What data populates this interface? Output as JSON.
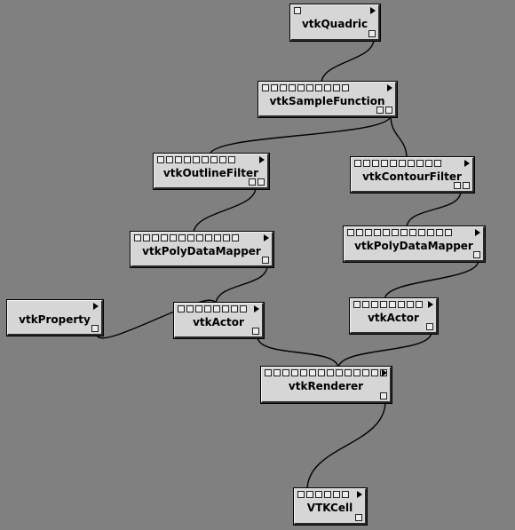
{
  "modules": [
    {
      "id": "quadric",
      "label": "vtkQuadric",
      "inputs": 1,
      "outputs": 1
    },
    {
      "id": "sample",
      "label": "vtkSampleFunction",
      "inputs": 10,
      "outputs": 2
    },
    {
      "id": "outline",
      "label": "vtkOutlineFilter",
      "inputs": 9,
      "outputs": 2
    },
    {
      "id": "contour",
      "label": "vtkContourFilter",
      "inputs": 10,
      "outputs": 2
    },
    {
      "id": "pdm1",
      "label": "vtkPolyDataMapper",
      "inputs": 12,
      "outputs": 1
    },
    {
      "id": "pdm2",
      "label": "vtkPolyDataMapper",
      "inputs": 12,
      "outputs": 1
    },
    {
      "id": "property",
      "label": "vtkProperty",
      "inputs": 0,
      "outputs": 1
    },
    {
      "id": "actor1",
      "label": "vtkActor",
      "inputs": 8,
      "outputs": 1
    },
    {
      "id": "actor2",
      "label": "vtkActor",
      "inputs": 8,
      "outputs": 1
    },
    {
      "id": "renderer",
      "label": "vtkRenderer",
      "inputs": 14,
      "outputs": 1
    },
    {
      "id": "vtkcell",
      "label": "VTKCell",
      "inputs": 6,
      "outputs": 1
    }
  ],
  "connections": [
    {
      "from": "quadric",
      "out": 0,
      "to": "sample",
      "in": 8
    },
    {
      "from": "sample",
      "out": 1,
      "to": "outline",
      "in": 7
    },
    {
      "from": "sample",
      "out": 1,
      "to": "contour",
      "in": 7
    },
    {
      "from": "outline",
      "out": 0,
      "to": "pdm1",
      "in": 8
    },
    {
      "from": "contour",
      "out": 0,
      "to": "pdm2",
      "in": 8
    },
    {
      "from": "pdm1",
      "out": 0,
      "to": "actor1",
      "in": 5
    },
    {
      "from": "property",
      "out": 0,
      "to": "actor1",
      "in": 5
    },
    {
      "from": "pdm2",
      "out": 0,
      "to": "actor2",
      "in": 4
    },
    {
      "from": "actor1",
      "out": 0,
      "to": "renderer",
      "in": 10
    },
    {
      "from": "actor2",
      "out": 0,
      "to": "renderer",
      "in": 10
    },
    {
      "from": "renderer",
      "out": 0,
      "to": "vtkcell",
      "in": 1
    }
  ]
}
